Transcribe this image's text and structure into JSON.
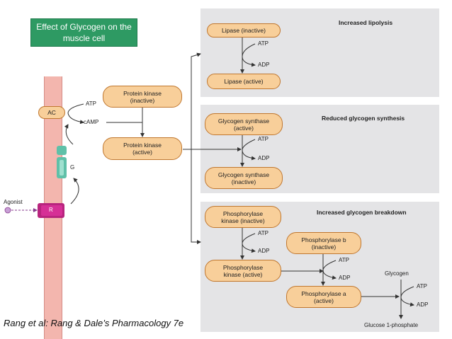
{
  "title": "Effect of Glycogen on the muscle cell",
  "citation": "Rang et al: Rang & Dale’s Pharmacology 7e",
  "panels": {
    "lipolysis": "Increased lipolysis",
    "synthesis": "Reduced glycogen synthesis",
    "breakdown": "Increased glycogen breakdown"
  },
  "nodes": {
    "lipase_inactive": "Lipase (inactive)",
    "lipase_active": "Lipase (active)",
    "gs_active_1": "Glycogen synthase",
    "gs_active_2": "(active)",
    "gs_inactive_1": "Glycogen synthase",
    "gs_inactive_2": "(inactive)",
    "pk_inactive_1": "Protein kinase",
    "pk_inactive_2": "(inactive)",
    "pk_active_1": "Protein kinase",
    "pk_active_2": "(active)",
    "phk_inactive_1": "Phosphorylase",
    "phk_inactive_2": "kinase (inactive)",
    "phk_active_1": "Phosphorylase",
    "phk_active_2": "kinase (active)",
    "phb_1": "Phosphorylase b",
    "phb_2": "(inactive)",
    "pha_1": "Phosphorylase a",
    "pha_2": "(active)",
    "ac": "AC",
    "r": "R"
  },
  "labels": {
    "atp": "ATP",
    "adp": "ADP",
    "camp": "cAMP",
    "g": "G",
    "agonist": "Agonist",
    "glycogen": "Glycogen",
    "glucose_1_phosphate": "Glucose 1-phosphate"
  },
  "colors": {
    "title_bg": "#2e9a63",
    "pill_fill": "#f8cf9a",
    "pill_border": "#c0772f",
    "panel_bg": "#e4e4e6",
    "membrane": "#f3b6ae",
    "receptor": "#b8247e",
    "g_protein": "#5fc0a8"
  }
}
